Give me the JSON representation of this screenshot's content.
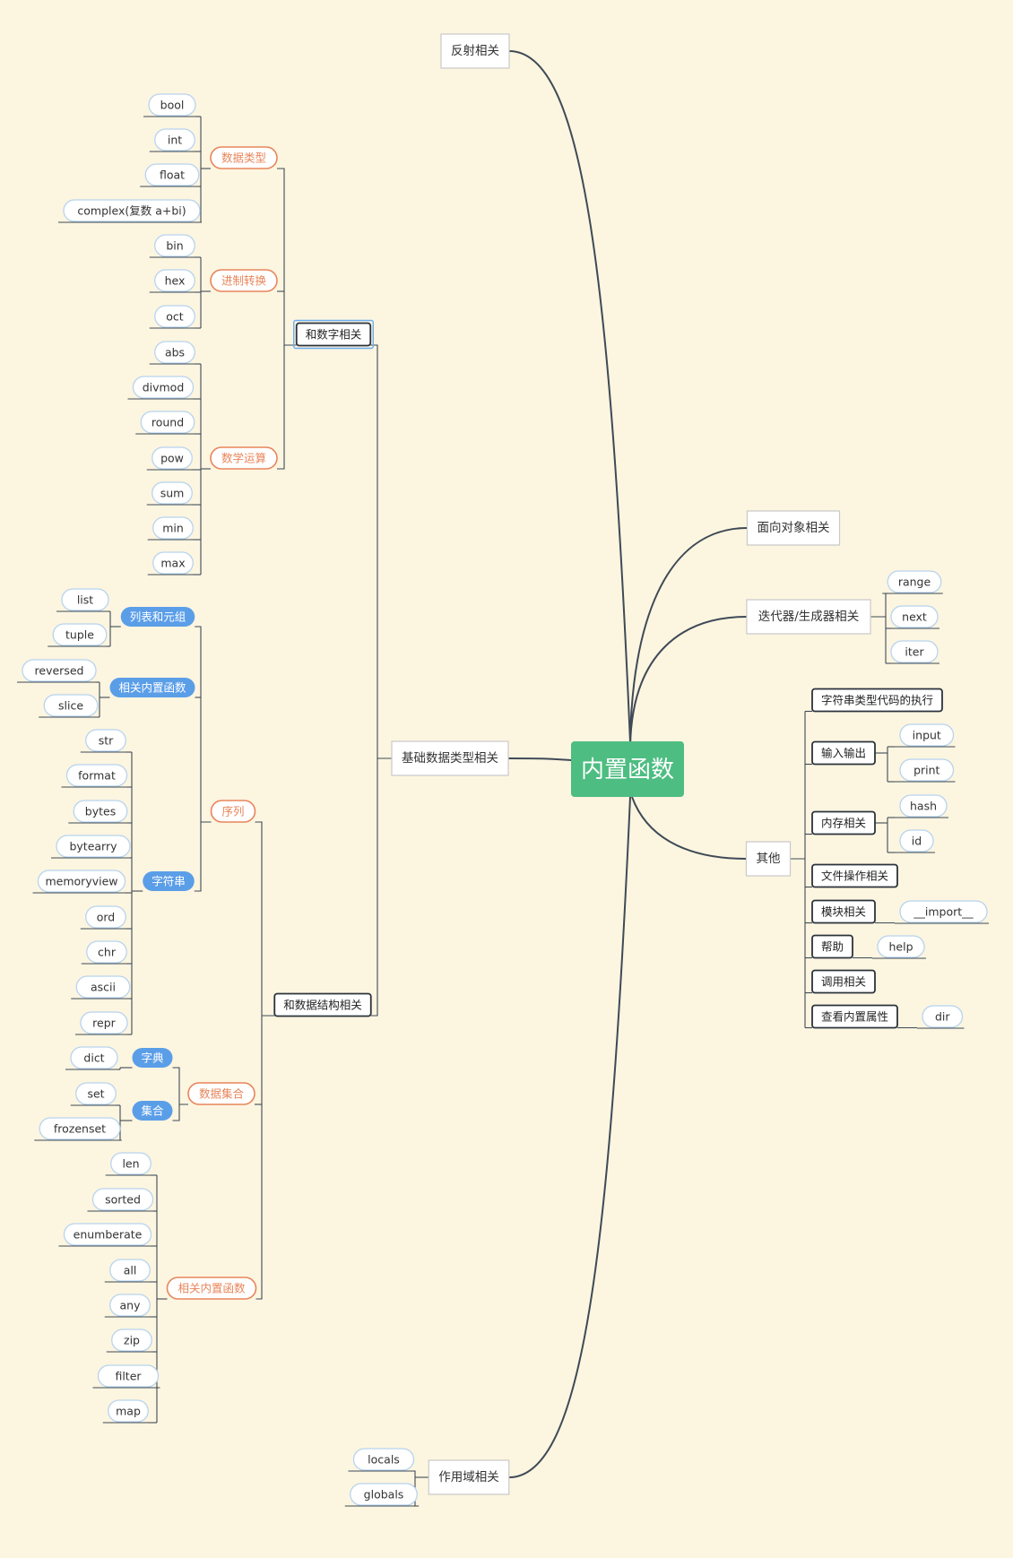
{
  "diagram": {
    "root": "内置函数",
    "branches": {
      "reflect": "反射相关",
      "oop": "面向对象相关",
      "iter": "迭代器/生成器相关",
      "basic": "基础数据类型相关",
      "other": "其他",
      "scope": "作用域相关"
    },
    "basic": {
      "number": "和数字相关",
      "datastruct": "和数据结构相关"
    },
    "number": {
      "datatype": {
        "label": "数据类型",
        "items": [
          "bool",
          "int",
          "float",
          "complex(复数 a+bi)"
        ]
      },
      "radix": {
        "label": "进制转换",
        "items": [
          "bin",
          "hex",
          "oct"
        ]
      },
      "math": {
        "label": "数学运算",
        "items": [
          "abs",
          "divmod",
          "round",
          "pow",
          "sum",
          "min",
          "max"
        ]
      }
    },
    "sequence": {
      "label": "序列",
      "listtuple": {
        "label": "列表和元组",
        "items": [
          "list",
          "tuple"
        ]
      },
      "related": {
        "label": "相关内置函数",
        "items": [
          "reversed",
          "slice"
        ]
      },
      "string": {
        "label": "字符串",
        "items": [
          "str",
          "format",
          "bytes",
          "bytearry",
          "memoryview",
          "ord",
          "chr",
          "ascii",
          "repr"
        ]
      }
    },
    "collection": {
      "label": "数据集合",
      "dict": {
        "label": "字典",
        "items": [
          "dict"
        ]
      },
      "set": {
        "label": "集合",
        "items": [
          "set",
          "frozenset"
        ]
      }
    },
    "dsfuncs": {
      "label": "相关内置函数",
      "items": [
        "len",
        "sorted",
        "enumberate",
        "all",
        "any",
        "zip",
        "filter",
        "map"
      ]
    },
    "iter_items": [
      "range",
      "next",
      "iter"
    ],
    "scope_items": [
      "locals",
      "globals"
    ],
    "other": {
      "exec": "字符串类型代码的执行",
      "io": {
        "label": "输入输出",
        "items": [
          "input",
          "print"
        ]
      },
      "memory": {
        "label": "内存相关",
        "items": [
          "hash",
          "id"
        ]
      },
      "file": "文件操作相关",
      "module": {
        "label": "模块相关",
        "items": [
          "__import__"
        ]
      },
      "help": {
        "label": "帮助",
        "items": [
          "help"
        ]
      },
      "call": "调用相关",
      "attr": {
        "label": "查看内置属性",
        "items": [
          "dir"
        ]
      }
    }
  },
  "colors": {
    "background": "#fcf5e0",
    "root": "#4dbd82",
    "orange": "#e8855a",
    "blue": "#5b9ee8",
    "leafBorder": "#b8d4ee",
    "line": "#3e4a56"
  }
}
